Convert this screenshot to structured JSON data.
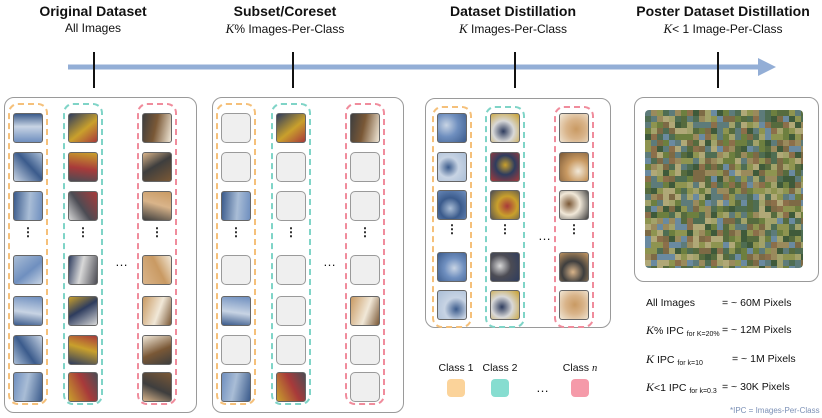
{
  "stages": [
    {
      "title": "Original Dataset",
      "sub_pre": "",
      "sub_var": "",
      "sub_rest": "All Images"
    },
    {
      "title": "Subset/Coreset",
      "sub_pre": "",
      "sub_var": "K",
      "sub_rest": "% Images-Per-Class"
    },
    {
      "title": "Dataset Distillation",
      "sub_pre": "",
      "sub_var": "K",
      "sub_rest": " Images-Per-Class"
    },
    {
      "title": "Poster Dataset Distillation",
      "sub_pre": "",
      "sub_var": "K",
      "sub_rest": "< 1 Image-Per-Class"
    }
  ],
  "colors": {
    "timeline": "#93aed6",
    "class1": "#f5c07a",
    "class2": "#7fd4c7",
    "classn": "#f08c9c",
    "swatch1": "#fbd39a",
    "swatch2": "#86ddd0",
    "swatchn": "#f59aa9"
  },
  "ellipsis": "…",
  "vdots": "⋮",
  "pixel_stats": {
    "all_images": "All Images",
    "all_value": "= ~ 60M Pixels",
    "k_percent_pre": "K",
    "k_percent_label": "% IPC",
    "k_percent_sub": "for K=20%",
    "k_percent_value": "= ~ 12M Pixels",
    "k_ipc_pre": "K",
    "k_ipc_label": "IPC",
    "k_ipc_sub": "for k=10",
    "k_ipc_value": "= ~ 1M Pixels",
    "k_less_pre": "K",
    "k_less_label": "<1 IPC",
    "k_less_sub": "for k=0.3",
    "k_less_value": "= ~ 30K Pixels"
  },
  "legend": {
    "class1": "Class 1",
    "class2": "Class 2",
    "classn_pre": "Class ",
    "classn_var": "n"
  },
  "footnote": "*IPC = Images-Per-Class"
}
